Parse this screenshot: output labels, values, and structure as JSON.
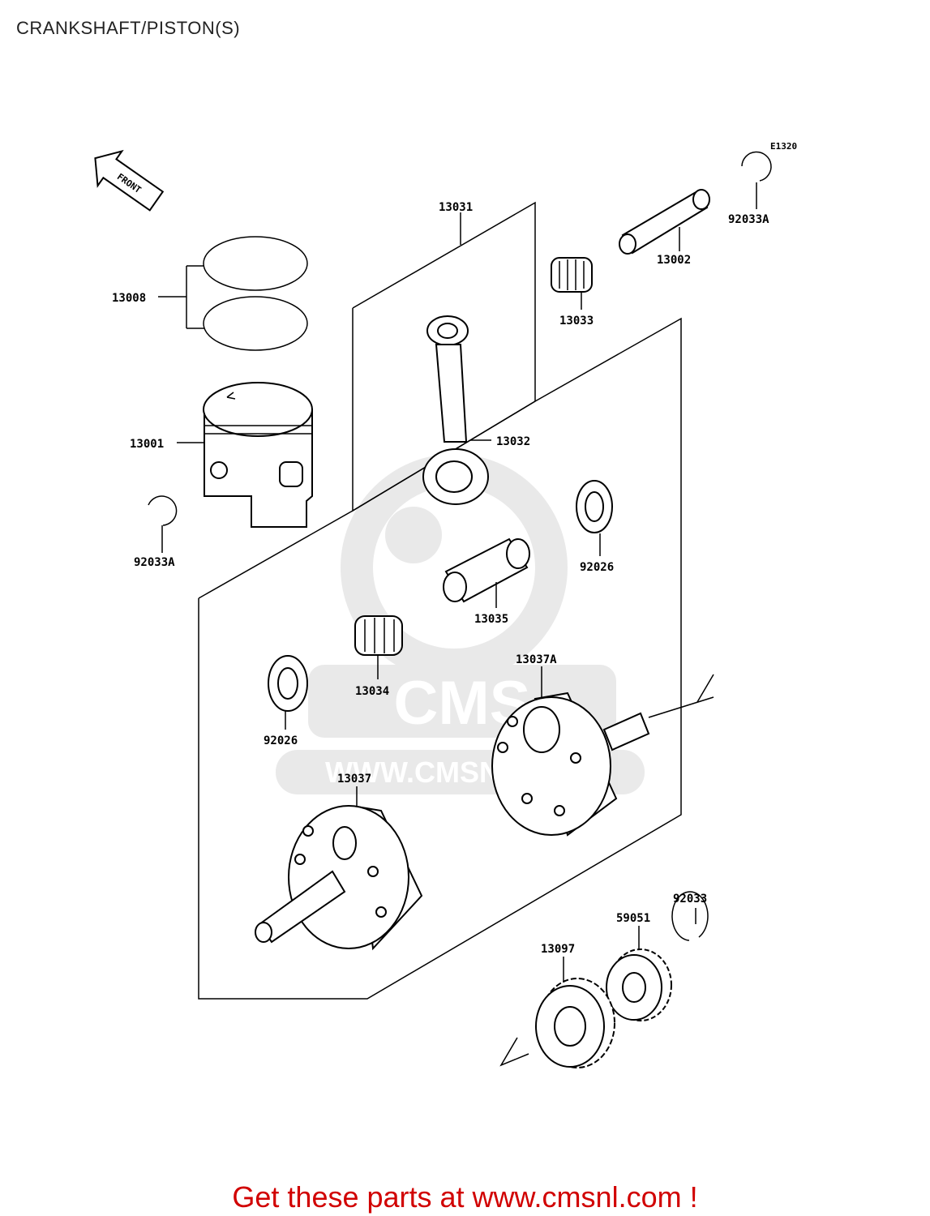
{
  "title": "CRANKSHAFT/PISTON(S)",
  "diagram_code": "E1320",
  "front_label": "FRONT",
  "watermark": {
    "brand": "CMS",
    "url": "WWW.CMSNL.COM"
  },
  "parts": {
    "p13031": "13031",
    "p13002": "13002",
    "p92033A_top": "92033A",
    "p13033": "13033",
    "p13008": "13008",
    "p13001": "13001",
    "p13032": "13032",
    "p92033A_left": "92033A",
    "p92026_right": "92026",
    "p13035": "13035",
    "p13034": "13034",
    "p13037A": "13037A",
    "p92026_left": "92026",
    "p13037": "13037",
    "p92033": "92033",
    "p59051": "59051",
    "p13097": "13097"
  },
  "cta": "Get these parts at www.cmsnl.com !"
}
